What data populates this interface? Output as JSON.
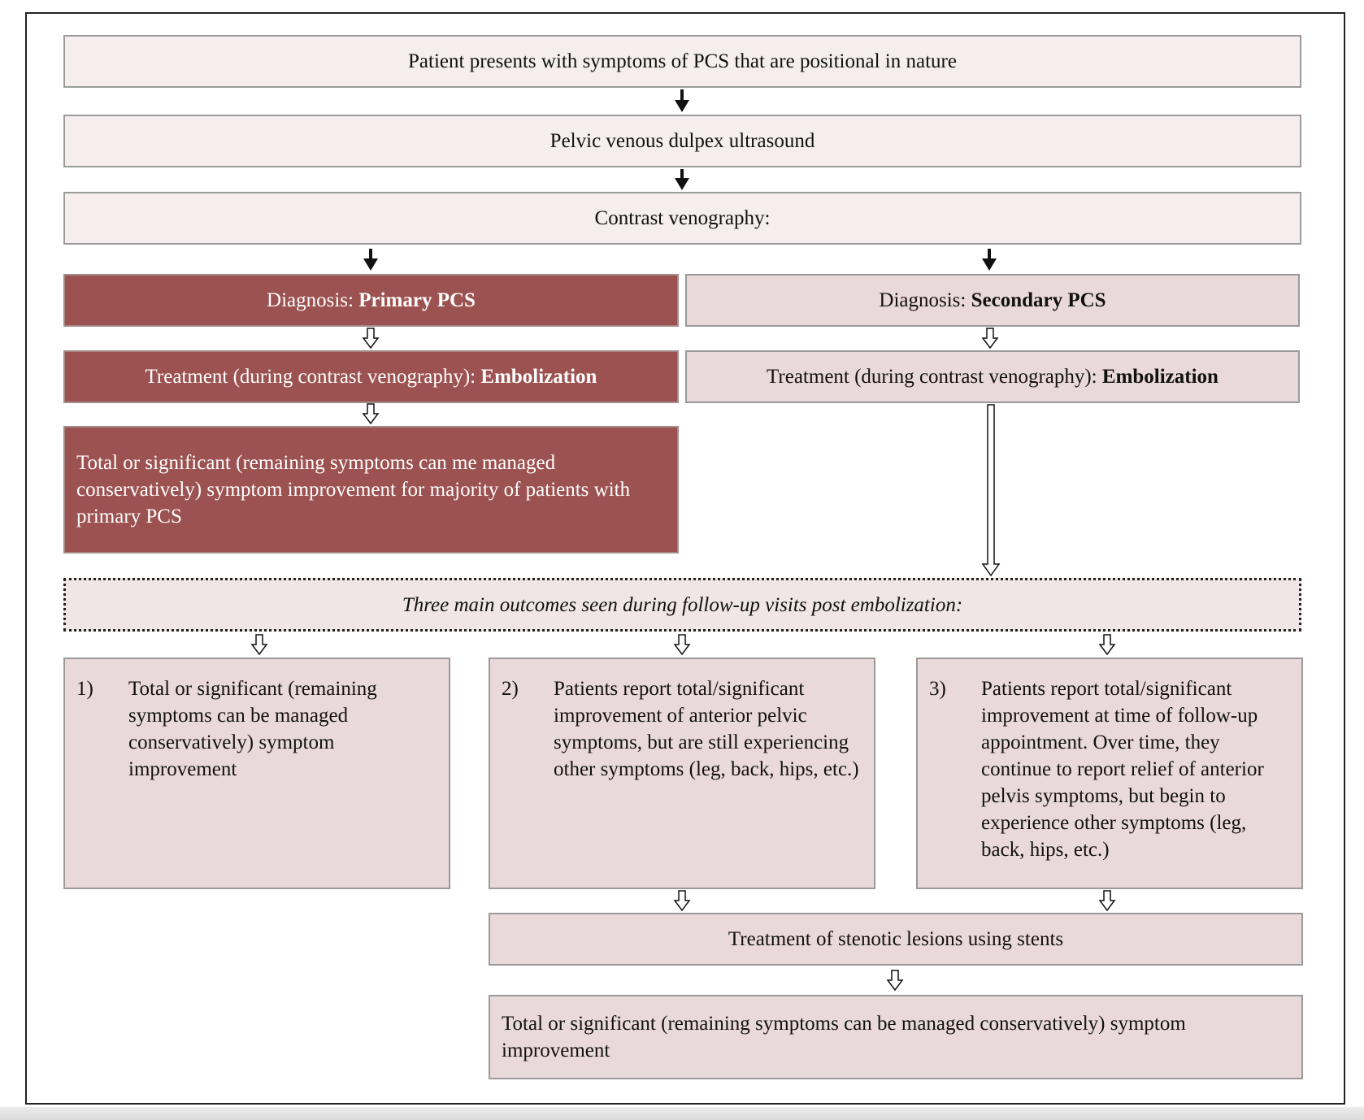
{
  "flowchart": {
    "start": "Patient presents with symptoms of PCS that are positional in nature",
    "ultrasound": "Pelvic venous dulpex ultrasound",
    "venography": "Contrast venography:",
    "primary": {
      "diagnosis_prefix": "Diagnosis: ",
      "diagnosis": "Primary PCS",
      "treatment_prefix": "Treatment (during contrast venography): ",
      "treatment": "Embolization",
      "outcome": "Total or significant (remaining symptoms can me managed conservatively) symptom improvement for majority of patients with primary PCS"
    },
    "secondary": {
      "diagnosis_prefix": "Diagnosis: ",
      "diagnosis": "Secondary PCS",
      "treatment_prefix": "Treatment (during contrast venography): ",
      "treatment": "Embolization"
    },
    "followup": "Three main outcomes seen during follow-up visits post embolization:",
    "outcomes": [
      {
        "num": "1)",
        "text": "Total or significant (remaining symptoms can be managed conservatively) symptom improvement"
      },
      {
        "num": "2)",
        "text": "Patients report total/significant improvement of anterior pelvic symptoms, but are still experiencing other symptoms (leg, back, hips, etc.)"
      },
      {
        "num": "3)",
        "text": "Patients report total/significant improvement at time of follow-up appointment. Over time, they continue to report relief of anterior pelvis symptoms, but begin to experience other symptoms (leg, back, hips, etc.)"
      }
    ],
    "stent_treatment": "Treatment of stenotic lesions using stents",
    "final": "Total or significant (remaining symptoms can be managed conservatively) symptom improvement"
  },
  "colors": {
    "dark_fill": "#9c5250",
    "light_fill": "#f6eeee",
    "pink_fill": "#ead9da",
    "border": "#9a9a9a"
  }
}
